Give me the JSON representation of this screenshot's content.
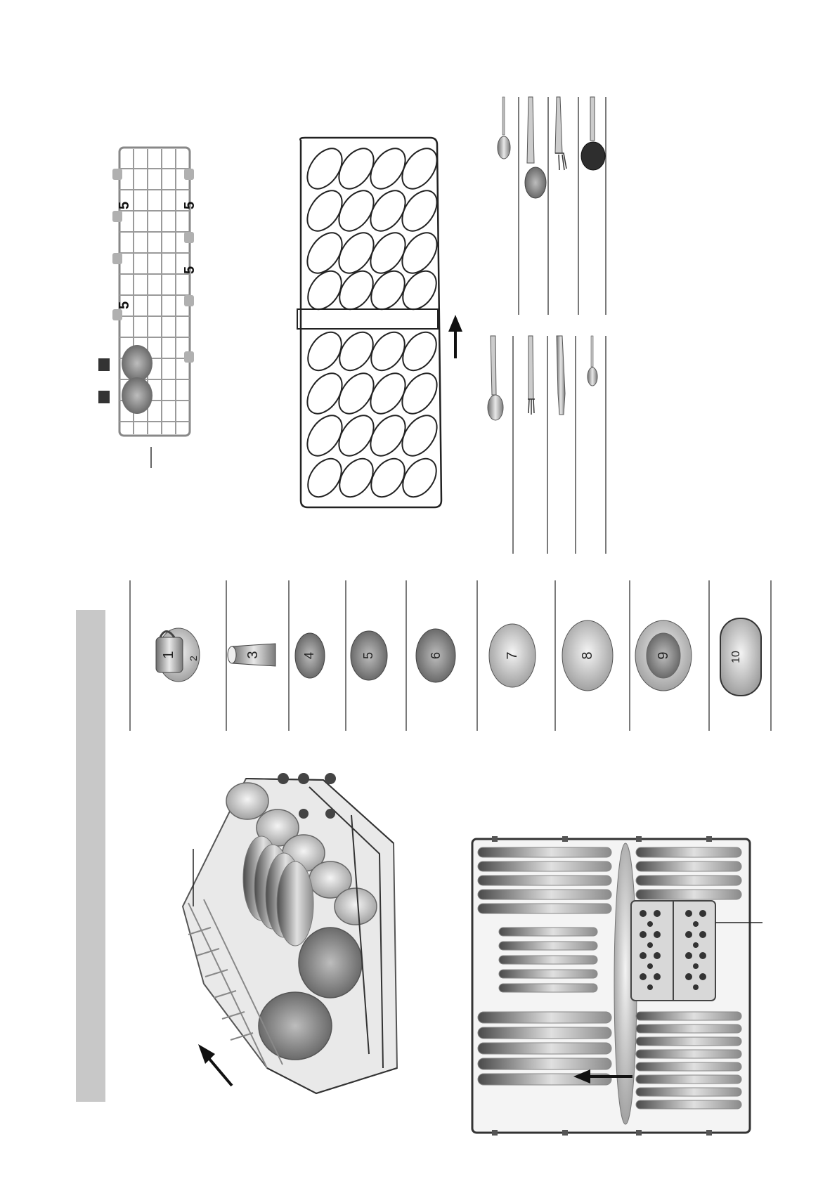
{
  "upper_rack_labels": [
    "5",
    "5",
    "5",
    "5"
  ],
  "dish_items": [
    {
      "number": "1",
      "sub": "2",
      "icon": "cup-and-saucer-icon"
    },
    {
      "number": "3",
      "icon": "glass-icon"
    },
    {
      "number": "4",
      "icon": "small-bowl-icon"
    },
    {
      "number": "5",
      "icon": "bowl-icon"
    },
    {
      "number": "6",
      "icon": "deep-bowl-icon"
    },
    {
      "number": "7",
      "icon": "dessert-plate-icon"
    },
    {
      "number": "8",
      "icon": "dinner-plate-icon"
    },
    {
      "number": "9",
      "icon": "soup-plate-icon"
    },
    {
      "number": "10",
      "icon": "oval-platter-icon"
    }
  ],
  "cutlery_icons": [
    "teaspoon-icon",
    "tablespoon-icon",
    "fork-icon",
    "ladle-icon",
    "spoon-icon",
    "fork-icon",
    "knife-icon",
    "small-spoon-icon"
  ],
  "colors": {
    "sidebar": "#c8c8c8",
    "line": "#222222"
  }
}
